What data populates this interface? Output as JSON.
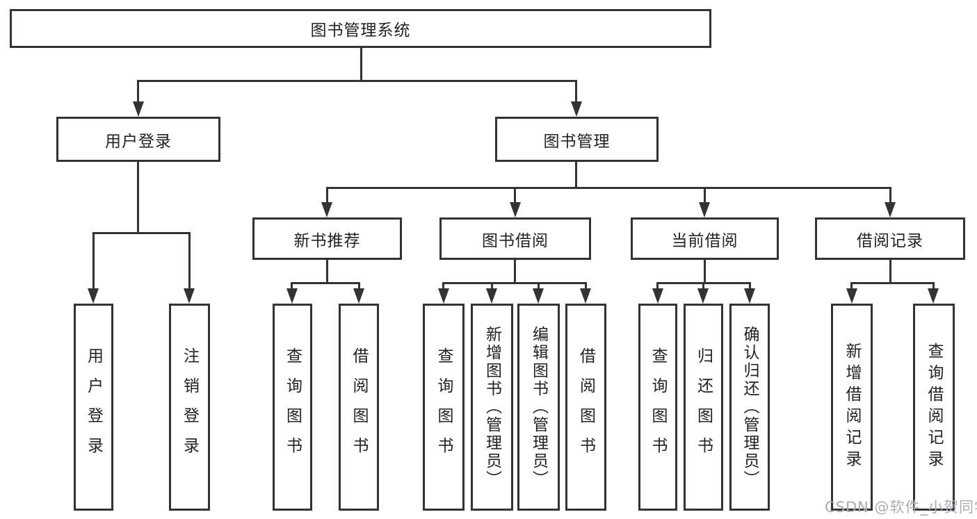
{
  "tree": {
    "root": {
      "label": "图书管理系统"
    },
    "branches": [
      {
        "label": "用户登录",
        "children": [
          {
            "label": "用户登录"
          },
          {
            "label": "注销登录"
          }
        ]
      },
      {
        "label": "图书管理",
        "children": [
          {
            "label": "新书推荐",
            "children": [
              {
                "label": "查询图书"
              },
              {
                "label": "借阅图书"
              }
            ]
          },
          {
            "label": "图书借阅",
            "children": [
              {
                "label": "查询图书"
              },
              {
                "label": "新增图书（管理员）"
              },
              {
                "label": "编辑图书（管理员）"
              },
              {
                "label": "借阅图书"
              }
            ]
          },
          {
            "label": "当前借阅",
            "children": [
              {
                "label": "查询图书"
              },
              {
                "label": "归还图书"
              },
              {
                "label": "确认归还（管理员）"
              }
            ]
          },
          {
            "label": "借阅记录",
            "children": [
              {
                "label": "新增借阅记录"
              },
              {
                "label": "查询借阅记录"
              }
            ]
          }
        ]
      }
    ]
  },
  "watermark": {
    "text": "CSDN @软件_小贺同学"
  },
  "colors": {
    "border": "#333333",
    "line": "#333333",
    "text": "#222222",
    "watermark": "#a9acb0",
    "background": "#ffffff"
  }
}
